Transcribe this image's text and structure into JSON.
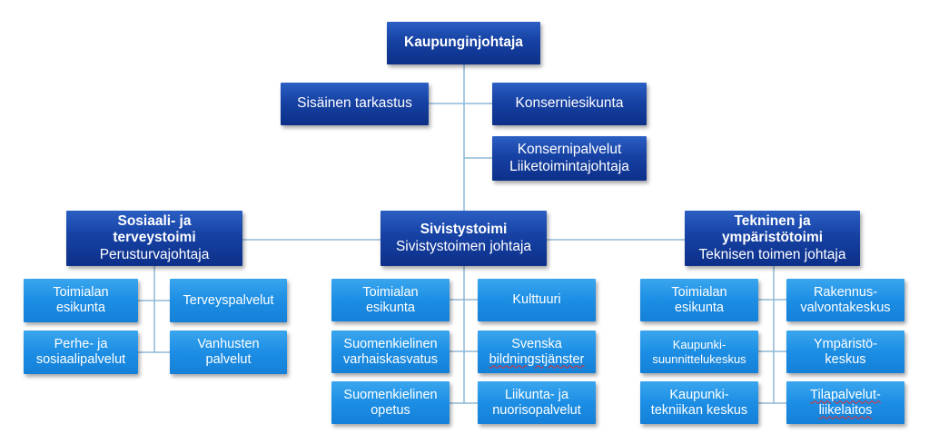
{
  "colors": {
    "dark_box": "#1641a3",
    "light_box": "#1c8ee4",
    "connector": "#8fb8d6",
    "spellcheck_underline": "#e03030"
  },
  "top": {
    "title": "Kaupunginjohtaja"
  },
  "staff": {
    "internal_audit": "Sisäinen tarkastus",
    "group_staff": "Konserniesikunta",
    "group_services": [
      "Konsernipalvelut",
      "Liiketoimintajohtaja"
    ]
  },
  "divisions": {
    "social": {
      "title": [
        "Sosiaali- ja",
        "terveystoimi"
      ],
      "head": "Perusturvajohtaja",
      "units": [
        [
          "Toimialan",
          "esikunta"
        ],
        [
          "Terveyspalvelut"
        ],
        [
          "Perhe- ja",
          "sosiaalipalvelut"
        ],
        [
          "Vanhusten",
          "palvelut"
        ]
      ]
    },
    "education": {
      "title": [
        "Sivistystoimi"
      ],
      "head": "Sivistystoimen johtaja",
      "units": [
        [
          "Toimialan",
          "esikunta"
        ],
        [
          "Kulttuuri"
        ],
        [
          "Suomenkielinen",
          "varhaiskasvatus"
        ],
        [
          "Svenska",
          "bildningstjänster"
        ],
        [
          "Suomenkielinen",
          "opetus"
        ],
        [
          "Liikunta- ja",
          "nuorisopalvelut"
        ]
      ]
    },
    "technical": {
      "title": [
        "Tekninen ja",
        "ympäristötoimi"
      ],
      "head": "Teknisen toimen johtaja",
      "units": [
        [
          "Toimialan",
          "esikunta"
        ],
        [
          "Rakennus-",
          "valvontakeskus"
        ],
        [
          "Kaupunki-",
          "suunnittelukeskus"
        ],
        [
          "Ympäristö-",
          "keskus"
        ],
        [
          "Kaupunki-",
          "tekniikan keskus"
        ],
        [
          "Tilapalvelut-",
          "liikelaitos"
        ]
      ]
    }
  }
}
